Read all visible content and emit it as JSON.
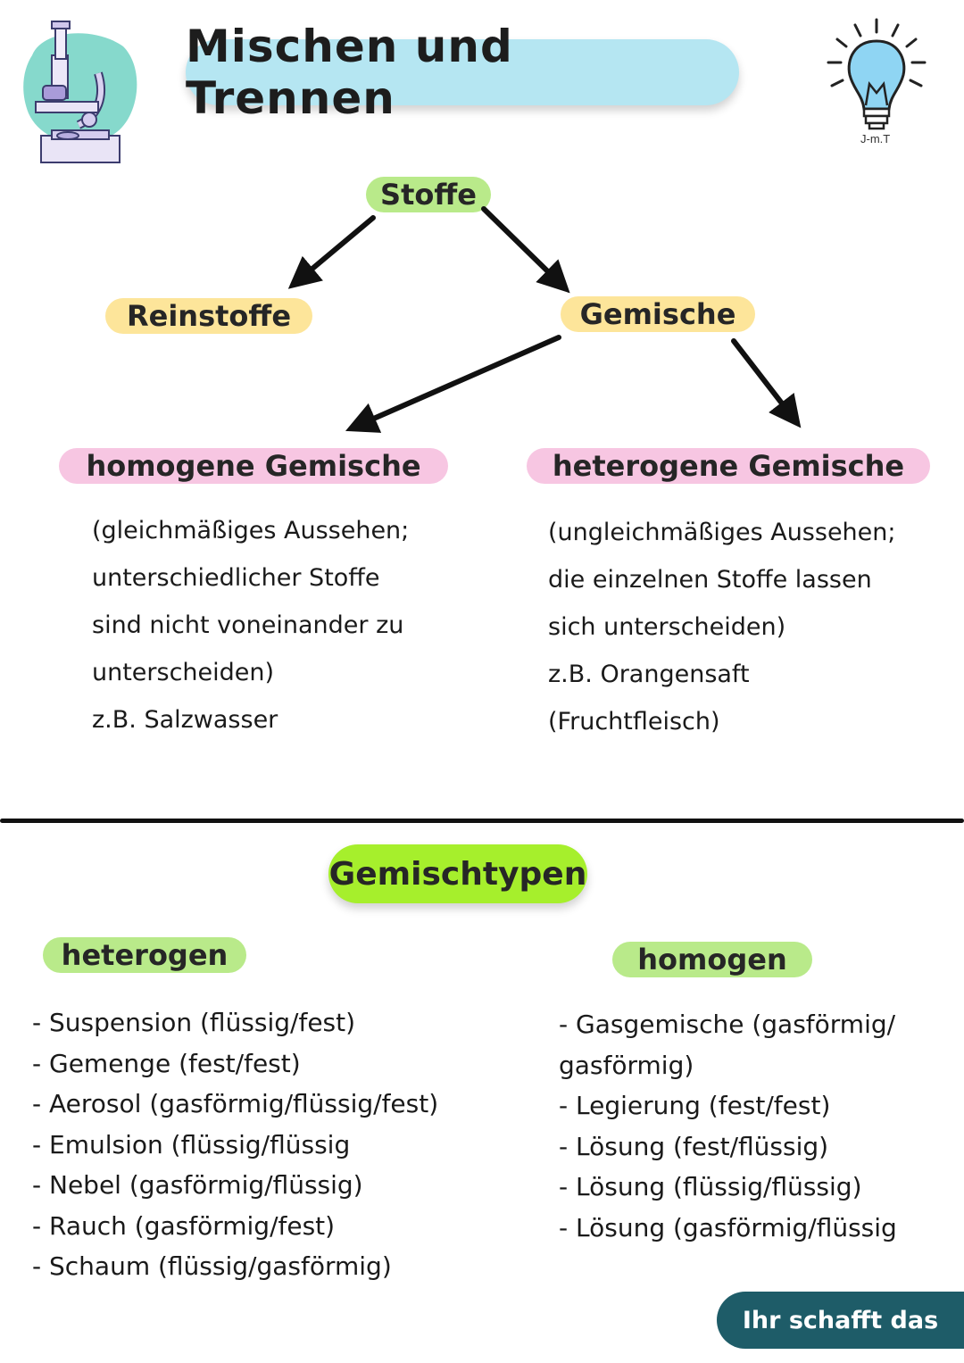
{
  "header": {
    "title": "Mischen und Trennen",
    "microscope_icon": "microscope-icon",
    "bulb_icon": "lightbulb-icon",
    "logo_text": "J-m.T"
  },
  "tree": {
    "root": "Stoffe",
    "left_child": "Reinstoffe",
    "right_child": "Gemische",
    "homogeneous": {
      "label": "homogene Gemische",
      "lines": [
        "(gleichmäßiges Aussehen;",
        "unterschiedlicher Stoffe",
        "sind nicht voneinander zu",
        "unterscheiden)",
        "z.B. Salzwasser"
      ]
    },
    "heterogeneous": {
      "label": "heterogene Gemische",
      "lines": [
        "(ungleichmäßiges Aussehen;",
        "die einzelnen Stoffe lassen",
        "sich unterscheiden)",
        "z.B. Orangensaft",
        "(Fruchtfleisch)"
      ]
    }
  },
  "types": {
    "title": "Gemischtypen",
    "heterogen": {
      "label": "heterogen",
      "items": [
        "- Suspension (flüssig/fest)",
        "- Gemenge (fest/fest)",
        "- Aerosol (gasförmig/flüssig/fest)",
        "- Emulsion (flüssig/flüssig",
        "- Nebel (gasförmig/flüssig)",
        "- Rauch (gasförmig/fest)",
        "- Schaum (flüssig/gasförmig)"
      ]
    },
    "homogen": {
      "label": "homogen",
      "items": [
        "- Gasgemische (gasförmig/",
        "gasförmig)",
        "- Legierung (fest/fest)",
        "- Lösung (fest/flüssig)",
        "- Lösung (flüssig/flüssig)",
        "- Lösung (gasförmig/flüssig"
      ]
    }
  },
  "footer": {
    "badge": "Ihr schafft das"
  },
  "colors": {
    "title_bg": "#b5e6f2",
    "stoffe_bg": "#b9ea8a",
    "yellow_bg": "#fde59a",
    "pink_bg": "#f7c6e2",
    "lime_bg": "#a6ef2c",
    "badge_bg": "#1e5c68"
  }
}
